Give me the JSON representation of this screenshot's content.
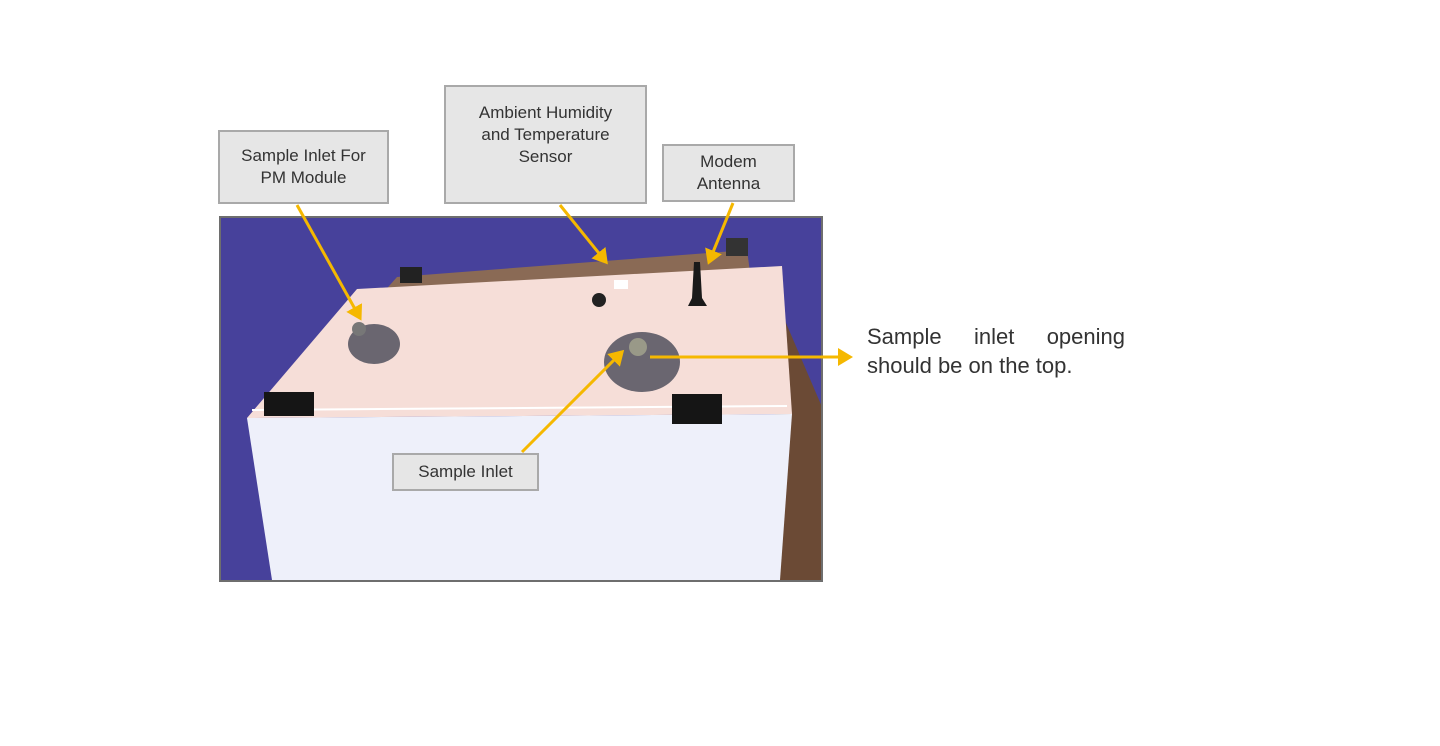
{
  "labels": {
    "pm_inlet": "Sample Inlet For PM Module",
    "humidity_sensor": "Ambient Humidity and Temperature Sensor",
    "modem_antenna": "Modem Antenna",
    "sample_inlet": "Sample Inlet"
  },
  "note": {
    "line1": "Sample inlet opening",
    "line2": "should be on the top."
  },
  "colors": {
    "arrow": "#f5b800",
    "background": "#47419b",
    "label_fill": "#e6e6e6"
  }
}
